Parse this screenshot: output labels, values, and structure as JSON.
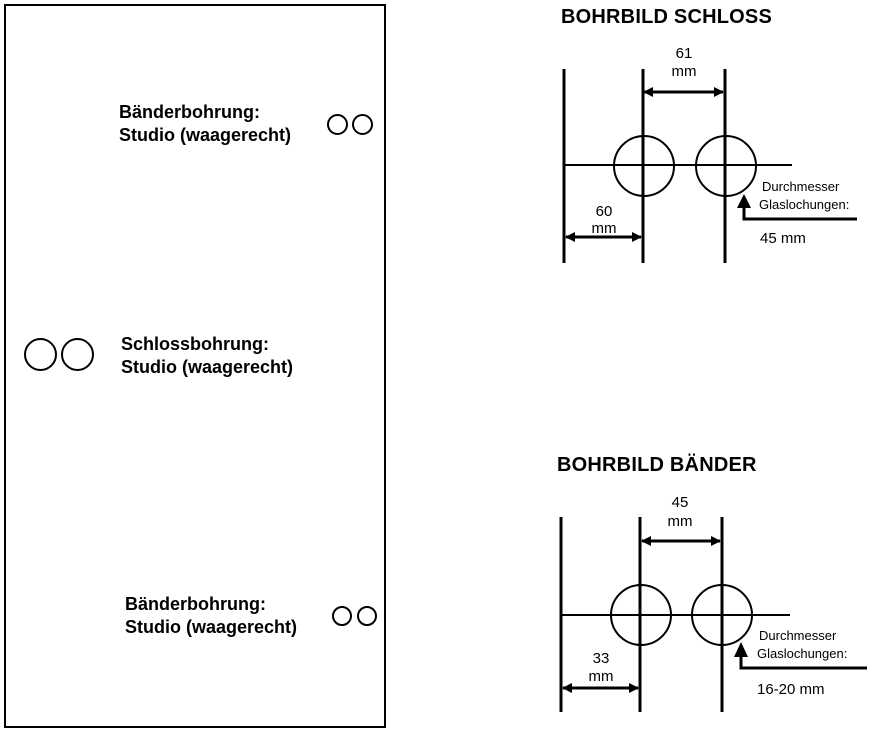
{
  "door": {
    "hinge_top_label": [
      "Bänderbohrung:",
      "Studio (waagerecht)"
    ],
    "lock_label": [
      "Schlossbohrung:",
      "Studio (waagerecht)"
    ],
    "hinge_bottom_label": [
      "Bänderbohrung:",
      "Studio (waagerecht)"
    ]
  },
  "schloss": {
    "title": "BOHRBILD SCHLOSS",
    "spacing_value": "61",
    "spacing_unit": "mm",
    "offset_value": "60",
    "offset_unit": "mm",
    "diameter_label": [
      "Durchmesser",
      "Glaslochungen:"
    ],
    "diameter_value": "45 mm"
  },
  "baender": {
    "title": "BOHRBILD BÄNDER",
    "spacing_value": "45",
    "spacing_unit": "mm",
    "offset_value": "33",
    "offset_unit": "mm",
    "diameter_label": [
      "Durchmesser",
      "Glaslochungen:"
    ],
    "diameter_value": "16-20 mm"
  }
}
